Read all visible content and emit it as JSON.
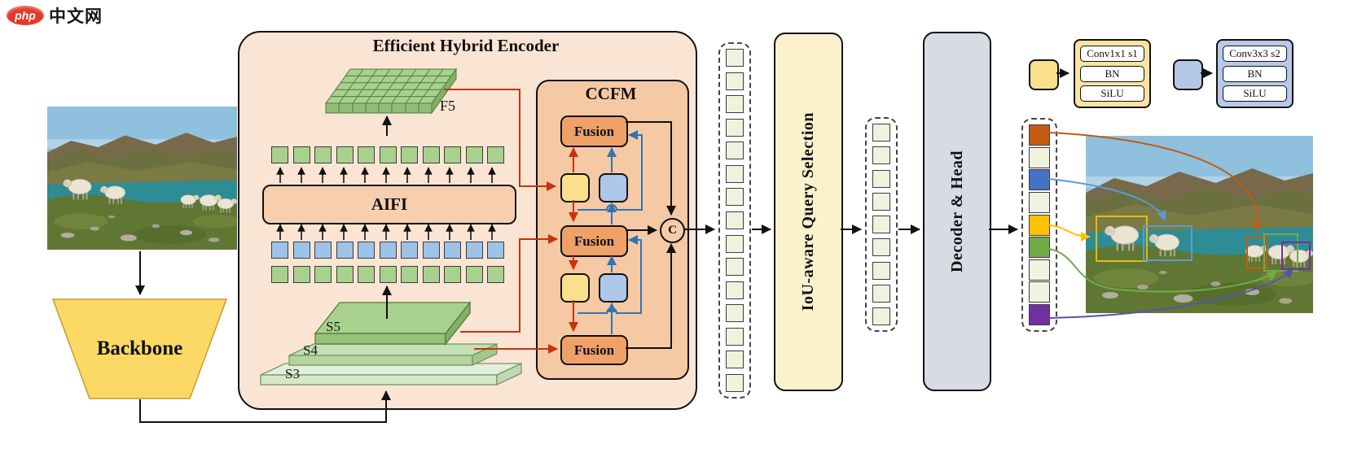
{
  "logo": {
    "badge": "php",
    "site": "中文网"
  },
  "backbone": {
    "label": "Backbone"
  },
  "encoder": {
    "title": "Efficient Hybrid Encoder",
    "aifi": "AIFI",
    "f5": "F5",
    "s5": "S5",
    "s4": "S4",
    "s3": "S3",
    "token_rows": {
      "top_green": [
        "#A9D18E",
        "#A9D18E",
        "#A9D18E",
        "#A9D18E",
        "#A9D18E",
        "#A9D18E",
        "#A9D18E",
        "#A9D18E",
        "#A9D18E",
        "#A9D18E",
        "#A9D18E"
      ],
      "blue": [
        "#9DC3E6",
        "#9DC3E6",
        "#9DC3E6",
        "#9DC3E6",
        "#9DC3E6",
        "#9DC3E6",
        "#9DC3E6",
        "#9DC3E6",
        "#9DC3E6",
        "#9DC3E6",
        "#9DC3E6"
      ],
      "green": [
        "#A9D18E",
        "#A9D18E",
        "#A9D18E",
        "#A9D18E",
        "#A9D18E",
        "#A9D18E",
        "#A9D18E",
        "#A9D18E",
        "#A9D18E",
        "#A9D18E",
        "#A9D18E"
      ]
    }
  },
  "ccfm": {
    "title": "CCFM",
    "fusion": "Fusion",
    "concat": "C"
  },
  "selection": {
    "label": "IoU-aware Query Selection"
  },
  "decoder": {
    "label": "Decoder & Head"
  },
  "tokens": {
    "encoder_out": [
      "#EFF3DE",
      "#EFF3DE",
      "#EFF3DE",
      "#EFF3DE",
      "#EFF3DE",
      "#EFF3DE",
      "#EFF3DE",
      "#EFF3DE",
      "#EFF3DE",
      "#EFF3DE",
      "#EFF3DE",
      "#EFF3DE",
      "#EFF3DE",
      "#EFF3DE",
      "#EFF3DE"
    ],
    "selected": [
      "#EFF3DE",
      "#EFF3DE",
      "#EFF3DE",
      "#EFF3DE",
      "#EFF3DE",
      "#EFF3DE",
      "#EFF3DE",
      "#EFF3DE",
      "#EFF3DE"
    ],
    "decoder_out": [
      "#C55A11",
      "#EFF3DE",
      "#4472C4",
      "#EFF3DE",
      "#FFC000",
      "#70AD47",
      "#EFF3DE",
      "#EFF3DE",
      "#7030A0"
    ]
  },
  "legend": [
    {
      "chip": "#FAE08C",
      "box": "#FBE3A0",
      "lines": [
        "Conv1x1 s1",
        "BN",
        "SiLU"
      ]
    },
    {
      "chip": "#B4C7E7",
      "box": "#B8C9E8",
      "lines": [
        "Conv3x3 s2",
        "BN",
        "SiLU"
      ]
    }
  ],
  "colors": {
    "red_arrow": "#C5340B",
    "blue_arrow": "#2E75B6",
    "black_arrow": "#111111",
    "bbox_yellow": "#E8B90C",
    "bbox_blue": "#5B9BD5",
    "bbox_orange": "#C55A11",
    "bbox_green": "#70AD47",
    "bbox_purple": "#7030A0",
    "curve_purple": "#5456A4"
  }
}
